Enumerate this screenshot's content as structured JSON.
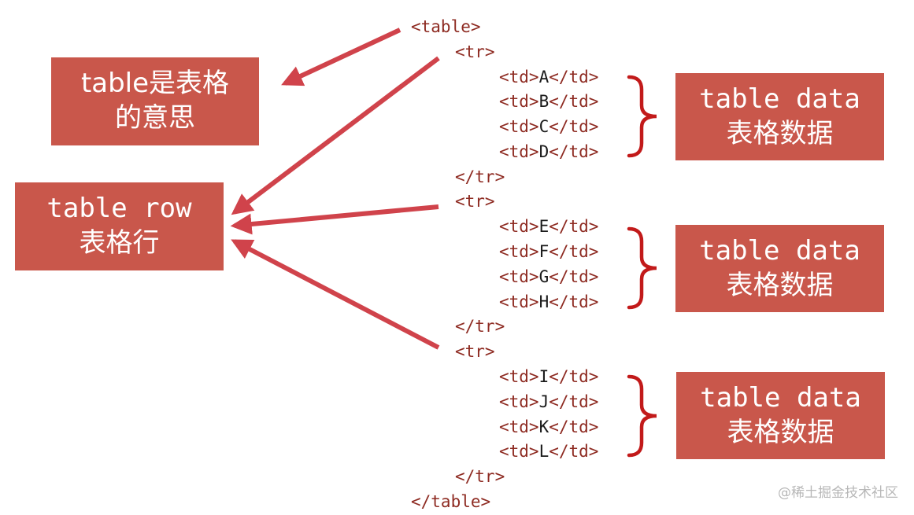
{
  "code": {
    "table_open": "<table>",
    "table_close": "</table>",
    "tr_open": "<tr>",
    "tr_close": "</tr>",
    "td_open": "<td>",
    "td_close": "</td>",
    "rows": [
      {
        "cells": [
          "A",
          "B",
          "C",
          "D"
        ]
      },
      {
        "cells": [
          "E",
          "F",
          "G",
          "H"
        ]
      },
      {
        "cells": [
          "I",
          "J",
          "K",
          "L"
        ]
      }
    ]
  },
  "labels": {
    "table": {
      "line1": "table是表格",
      "line2": "的意思"
    },
    "row": {
      "line1": "table row",
      "line2": "表格行"
    },
    "data": [
      {
        "line1": "table data",
        "line2": "表格数据"
      },
      {
        "line1": "table data",
        "line2": "表格数据"
      },
      {
        "line1": "table data",
        "line2": "表格数据"
      }
    ]
  },
  "watermark": "@稀土掘金技术社区",
  "colors": {
    "box_fill": "#c9574b",
    "arrow": "#d0434b",
    "brace": "#c21a1a",
    "tag_text": "#8e2b22"
  }
}
